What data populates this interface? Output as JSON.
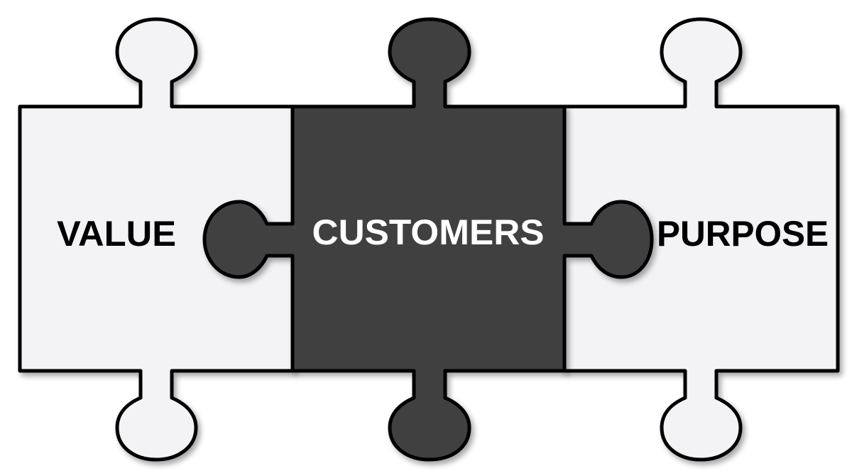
{
  "diagram": {
    "type": "puzzle",
    "colors": {
      "background": "#ffffff",
      "light_fill": "#f3f2f5",
      "dark_fill": "#3f3f3f",
      "stroke": "#000000",
      "light_text": "#000000",
      "dark_text": "#ffffff"
    },
    "pieces": [
      {
        "label": "VALUE",
        "style": "light"
      },
      {
        "label": "CUSTOMERS",
        "style": "dark"
      },
      {
        "label": "PURPOSE",
        "style": "light"
      }
    ]
  }
}
